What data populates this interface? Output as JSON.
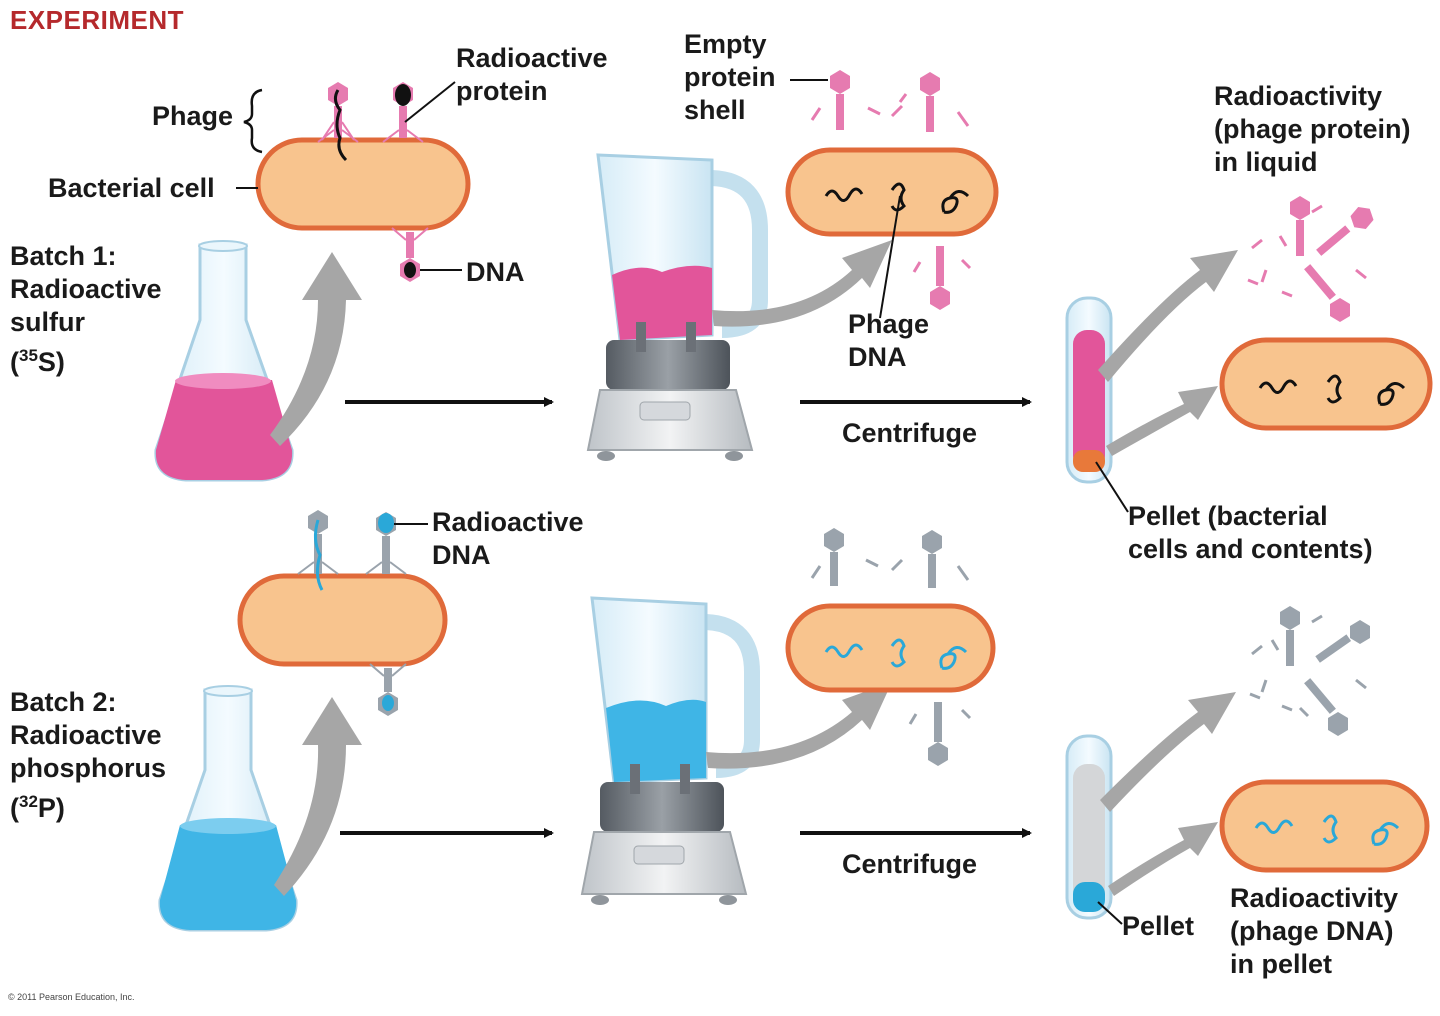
{
  "title": "EXPERIMENT",
  "batch1": {
    "line1": "Batch 1:",
    "line2": "Radioactive",
    "line3": "sulfur",
    "isotope_open": "(",
    "isotope_mass": "35",
    "isotope_rest": "S)",
    "liquid_color": "#e2559a"
  },
  "batch2": {
    "line1": "Batch 2:",
    "line2": "Radioactive",
    "line3": "phosphorus",
    "isotope_open": "(",
    "isotope_mass": "32",
    "isotope_rest": "P)",
    "liquid_color": "#3fb5e6"
  },
  "labels": {
    "phage": "Phage",
    "bacterial_cell": "Bacterial cell",
    "radioactive_protein": [
      "Radioactive",
      "protein"
    ],
    "dna": "DNA",
    "empty_protein_shell": [
      "Empty",
      "protein",
      "shell"
    ],
    "phage_dna": [
      "Phage",
      "DNA"
    ],
    "radioactive_dna": [
      "Radioactive",
      "DNA"
    ],
    "centrifuge_top": "Centrifuge",
    "centrifuge_bottom": "Centrifuge",
    "radioactivity_liquid": [
      "Radioactivity",
      "(phage protein)",
      "in liquid"
    ],
    "pellet_bacterial": [
      "Pellet (bacterial",
      "cells and contents)"
    ],
    "pellet": "Pellet",
    "radioactivity_pellet": [
      "Radioactivity",
      "(phage DNA)",
      "in pellet"
    ]
  },
  "copyright": "© 2011 Pearson Education, Inc.",
  "colors": {
    "title": "#b5292c",
    "cell_fill": "#f8c48e",
    "cell_stroke": "#e06a3a",
    "phage_pink": "#e67bb0",
    "phage_gray": "#9aa3ac",
    "dna_blue": "#2aa8d8",
    "arrow_gray": "#a6a6a6"
  }
}
